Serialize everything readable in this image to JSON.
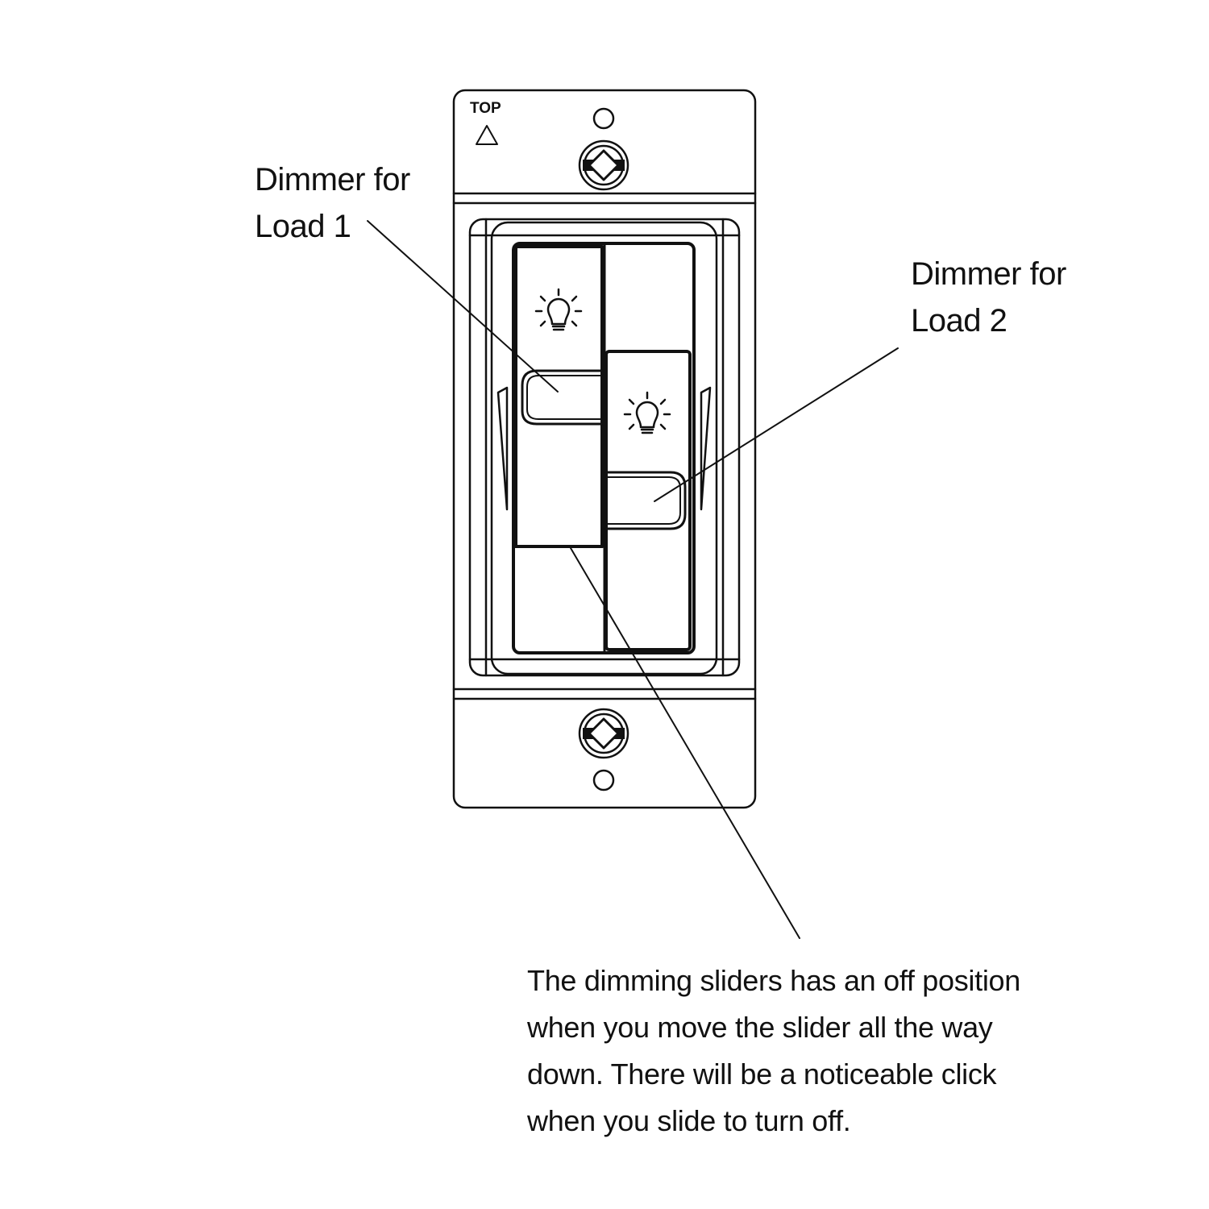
{
  "plate": {
    "top_marker": "TOP"
  },
  "labels": {
    "load1": {
      "line1": "Dimmer for",
      "line2": "Load 1"
    },
    "load2": {
      "line1": "Dimmer for",
      "line2": "Load 2"
    }
  },
  "note": {
    "lines": [
      "The dimming sliders has an off position",
      "when you move the slider all the way",
      "down. There will be a noticeable click",
      "when you slide to turn off."
    ]
  },
  "icons": {
    "slider1": "light-bulb-icon",
    "slider2": "light-bulb-icon",
    "top_arrow": "triangle-up-icon",
    "screws": "screw-icon"
  },
  "colors": {
    "stroke": "#111111",
    "background": "#ffffff"
  }
}
